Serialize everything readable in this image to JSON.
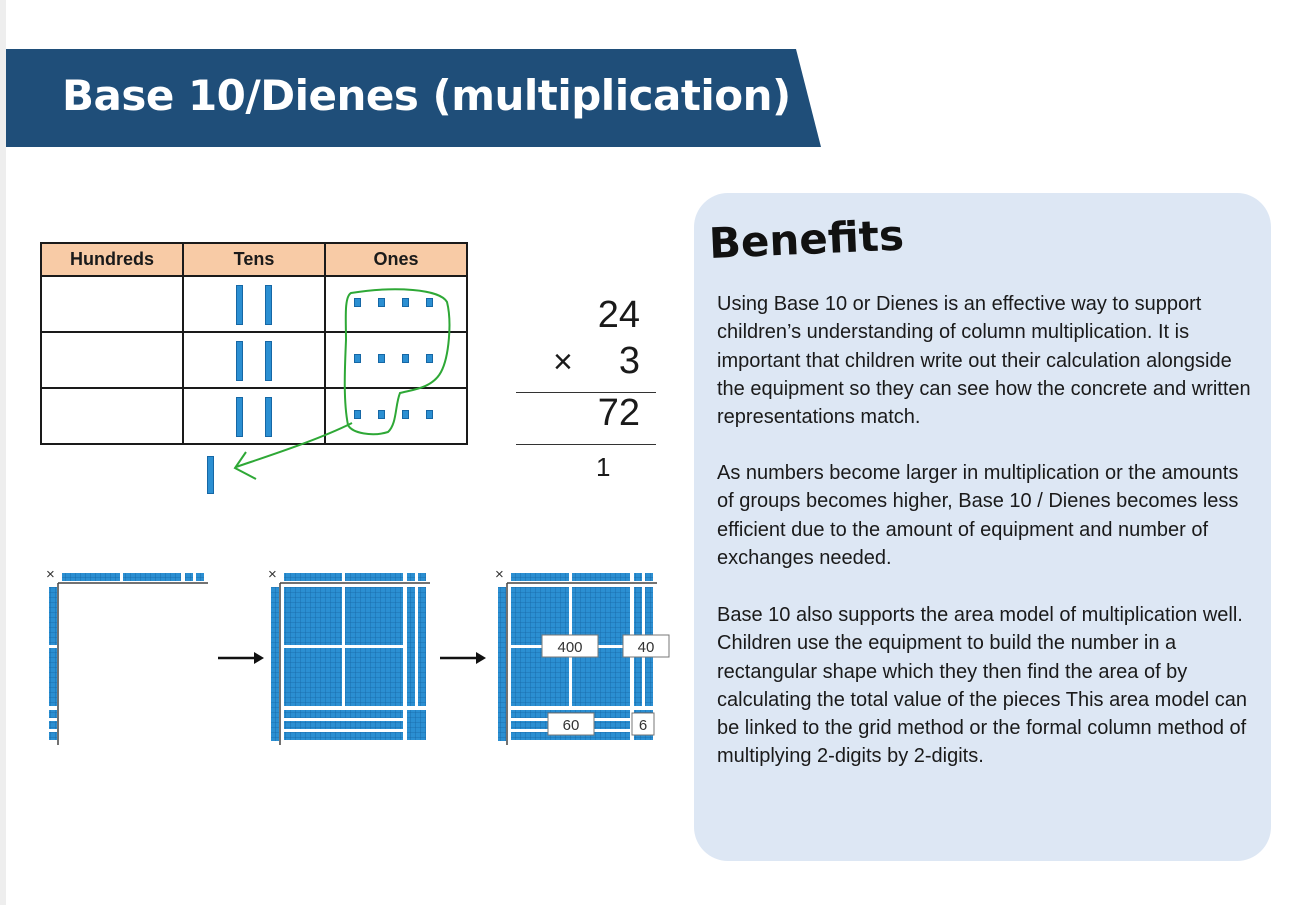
{
  "banner": {
    "title": "Base 10/Dienes (multiplication)"
  },
  "place_value_table": {
    "headers": [
      "Hundreds",
      "Tens",
      "Ones"
    ],
    "rows": [
      {
        "tens_rods": 2,
        "ones_cubes": 4
      },
      {
        "tens_rods": 2,
        "ones_cubes": 4
      },
      {
        "tens_rods": 2,
        "ones_cubes": 4
      }
    ],
    "carried_rods": 1
  },
  "calculation": {
    "multiplicand": "24",
    "operator": "×",
    "multiplier": "3",
    "result": "72",
    "carry": "1"
  },
  "area_model": {
    "times_symbol": "×",
    "labels": {
      "top_left": "400",
      "top_right": "40",
      "bottom_left": "60",
      "bottom_right": "6"
    }
  },
  "benefits": {
    "title": "Benefits",
    "paragraphs": [
      "Using Base 10 or Dienes is an effective way to support children’s understanding of column multiplication. It is important that children write out their calculation alongside the equipment so they can see how the concrete and written representations match.",
      "As numbers become larger in multiplication or the amounts of groups becomes higher, Base 10 / Dienes becomes less efficient due to the amount of equipment and number of exchanges needed.",
      "Base 10 also supports the area model of multiplication well. Children use the equipment to build the number in a rectangular shape which they then find the area of by calculating the total value of the pieces This area model can be linked to the grid method or the formal column method of multiplying 2-digits by 2-digits."
    ]
  },
  "colors": {
    "banner": "#1f4e79",
    "benefits_panel": "#dde7f4",
    "table_header": "#f8cba6",
    "dienes_blue": "#2b8fd2",
    "annotation_green": "#2ea836"
  }
}
